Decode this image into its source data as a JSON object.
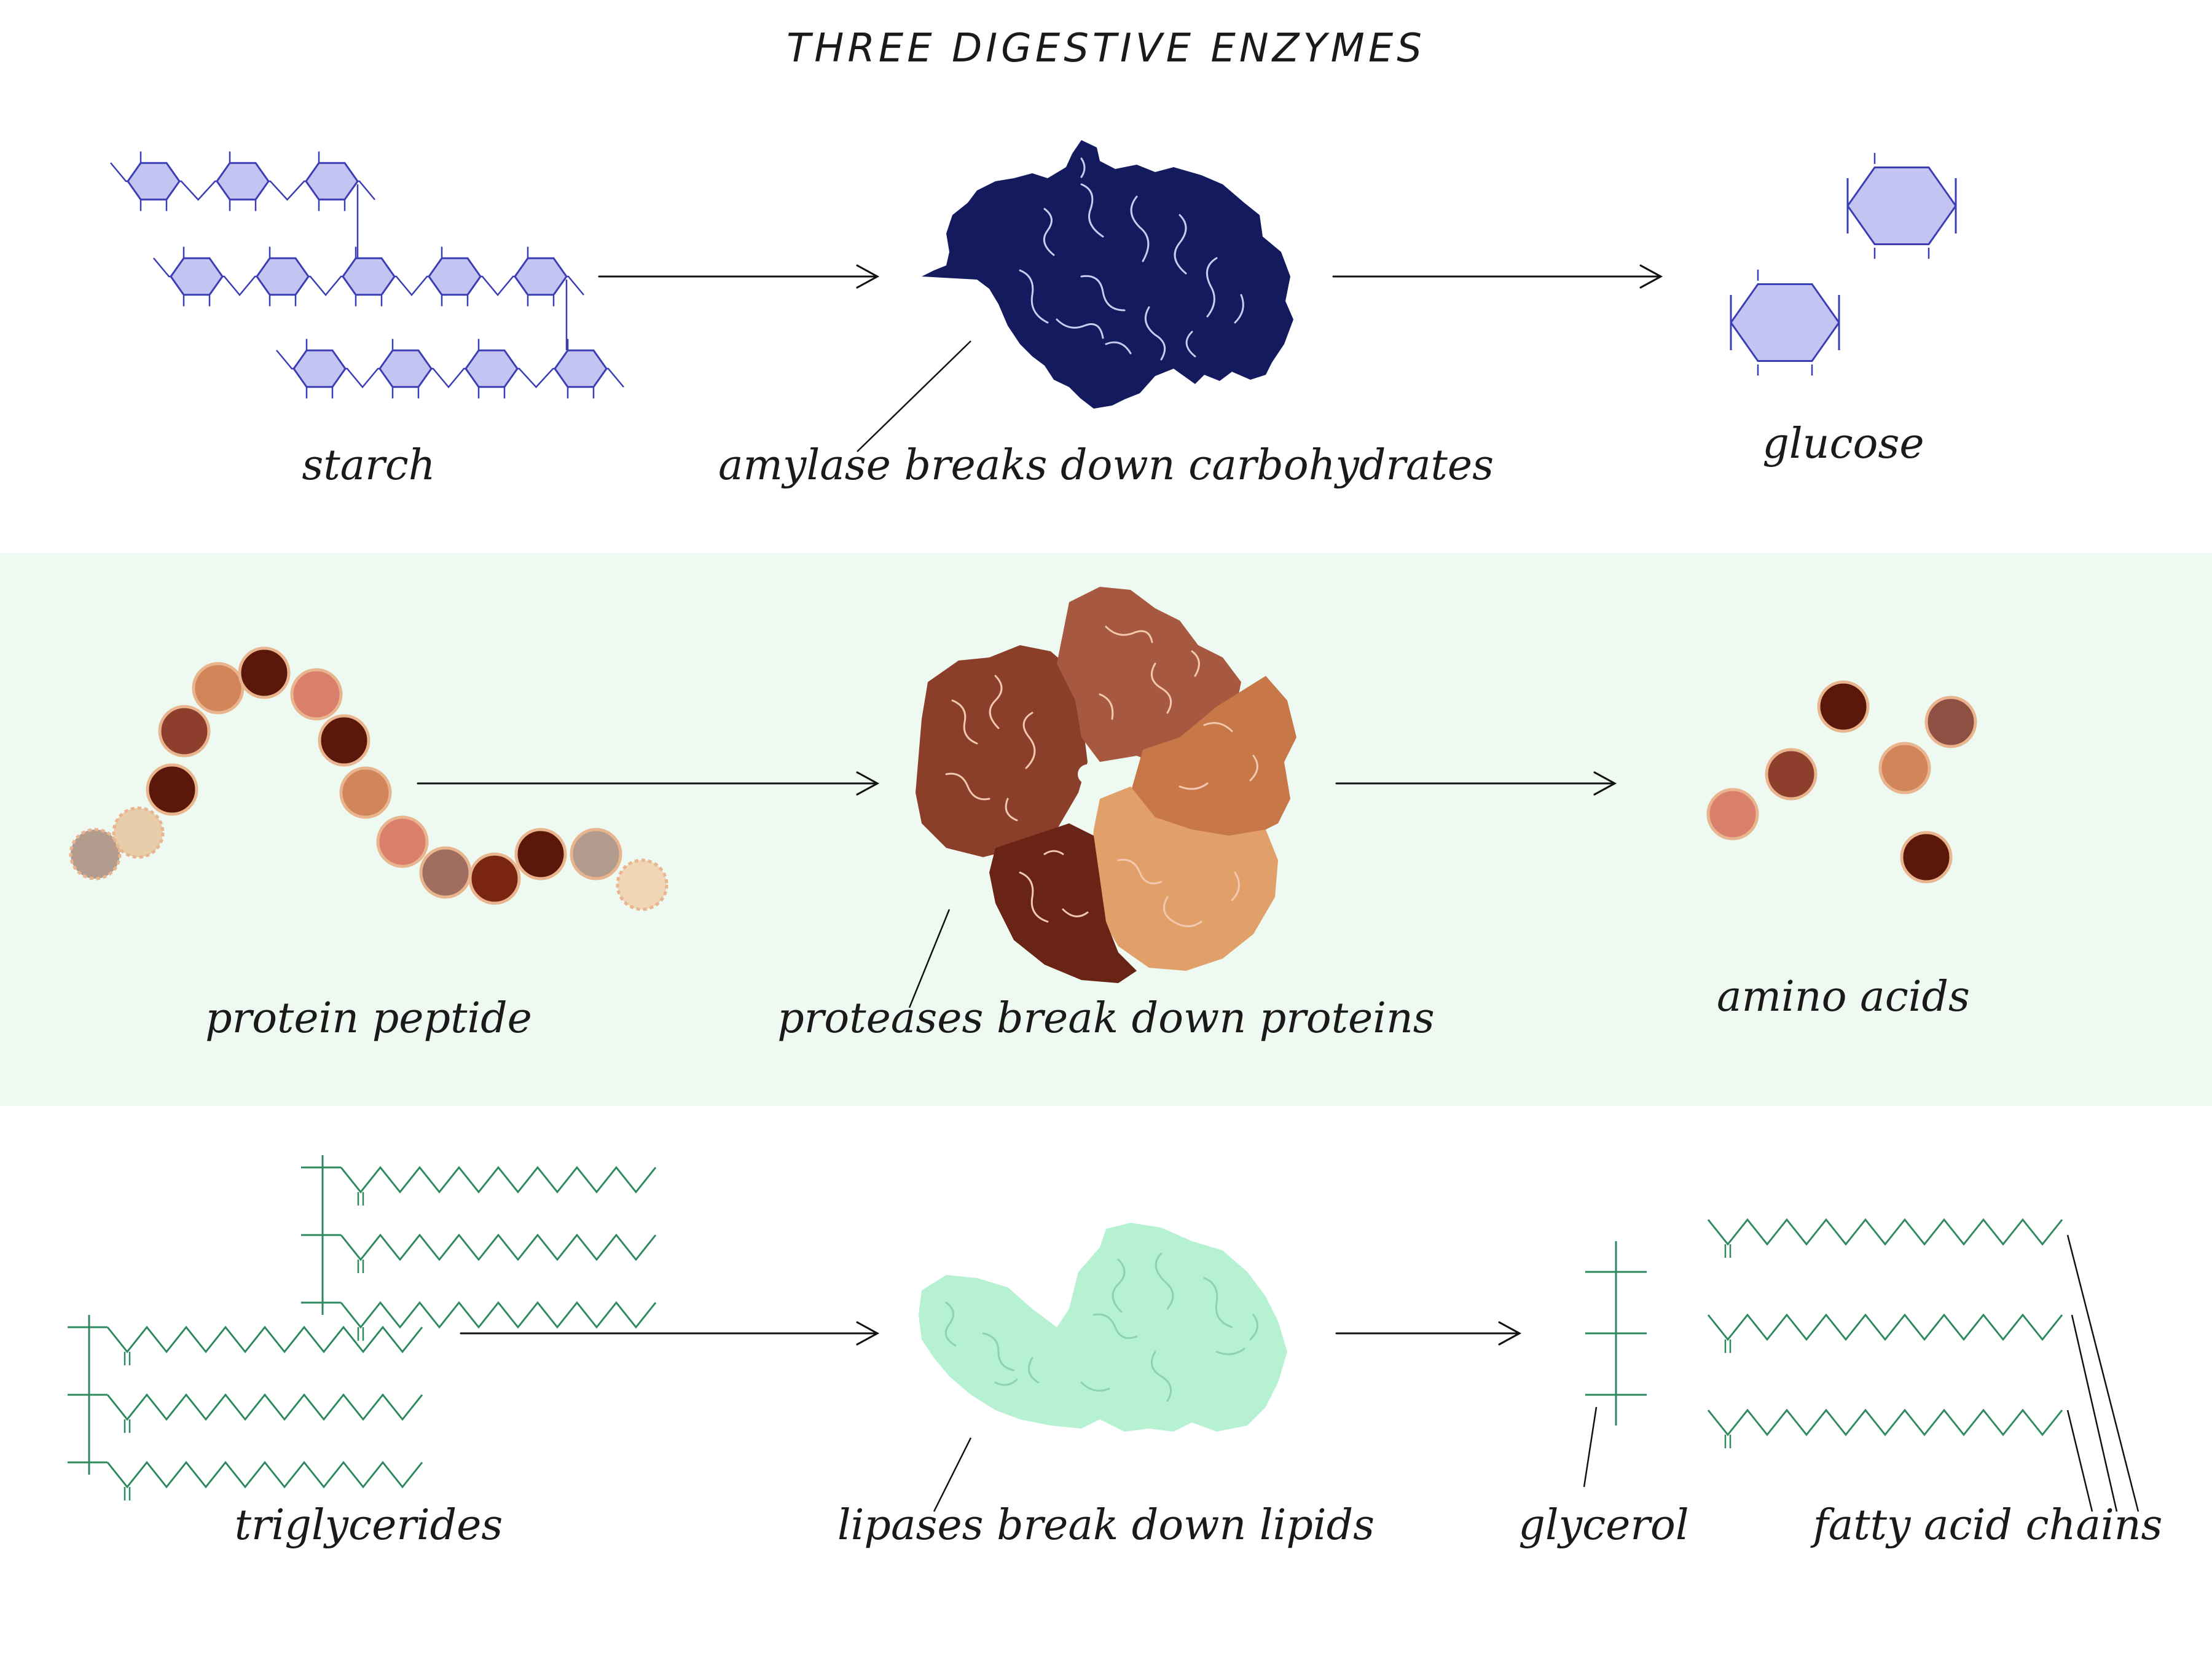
{
  "title": "THREE DIGESTIVE ENZYMES",
  "colors": {
    "background": "#ffffff",
    "middle_band": "#eefaf1",
    "starch_fill": "#c3c4f2",
    "starch_line": "#3b3eb4",
    "amylase": "#141a5e",
    "protein_palette": [
      "#b39b8e",
      "#e8cdaa",
      "#5b170a",
      "#8e3e2c",
      "#d3855a",
      "#d97f6c",
      "#7a2512",
      "#a06e61",
      "#f0d6b6"
    ],
    "protease_palette": [
      "#8b3f2b",
      "#a65840",
      "#6a2416",
      "#c87748",
      "#e1a06a"
    ],
    "lipid_line": "#2e8a5e",
    "lipase": "#b6f2d2"
  },
  "rows": [
    {
      "substrate": {
        "label": "starch",
        "icon": "starch-molecule-icon"
      },
      "enzyme": {
        "label": "amylase breaks down carbohydrates",
        "icon": "amylase-enzyme-icon"
      },
      "product": {
        "label": "glucose",
        "icon": "glucose-molecule-icon"
      }
    },
    {
      "substrate": {
        "label": "protein peptide",
        "icon": "peptide-chain-icon"
      },
      "enzyme": {
        "label": "proteases break down proteins",
        "icon": "protease-enzyme-icon"
      },
      "product": {
        "label": "amino acids",
        "icon": "amino-acids-icon"
      }
    },
    {
      "substrate": {
        "label": "triglycerides",
        "icon": "triglyceride-molecule-icon"
      },
      "enzyme": {
        "label": "lipases break down lipids",
        "icon": "lipase-enzyme-icon"
      },
      "products": [
        {
          "label": "glycerol",
          "icon": "glycerol-backbone-icon"
        },
        {
          "label": "fatty acid chains",
          "icon": "fatty-acid-chains-icon"
        }
      ]
    }
  ]
}
